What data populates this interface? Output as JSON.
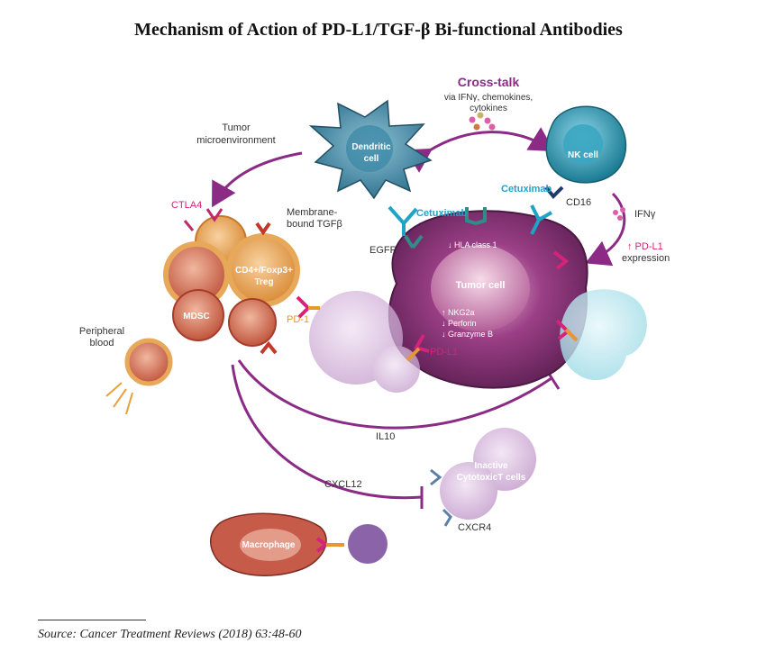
{
  "title": "Mechanism of Action of PD-L1/TGF-β Bi-functional Antibodies",
  "labels": {
    "cross_talk": "Cross-talk",
    "cross_talk_sub1": "via IFNγ, chemokines,",
    "cross_talk_sub2": "cytokines",
    "tumor_microenv_1": "Tumor",
    "tumor_microenv_2": "microenvironment",
    "dendritic_1": "Dendritic",
    "dendritic_2": "cell",
    "nk_cell": "NK cell",
    "ctla4": "CTLA4",
    "membrane_tgf_1": "Membrane-",
    "membrane_tgf_2": "bound TGFβ",
    "cetuximab_left": "Cetuximab",
    "cetuximab_right": "Cetuximab",
    "cd16": "CD16",
    "ifng": "IFNγ",
    "pdl1_expr_1": "↑ PD-L1",
    "pdl1_expr_2": "expression",
    "egfr": "EGFR",
    "hla": "↓ HLA class 1",
    "treg_1": "CD4+/Foxp3+",
    "treg_2": "Treg",
    "mdsc": "MDSC",
    "pd1": "PD-1",
    "tumor_cell": "Tumor cell",
    "nkg2a": "↑ NKG2a",
    "perforin": "↓ Perforin",
    "granzyme": "↓ Granzyme B",
    "pdl1": "PD-L1",
    "peripheral_1": "Peripheral",
    "peripheral_2": "blood",
    "il10": "IL10",
    "inactive_1": "Inactive",
    "inactive_2": "CytotoxicT cells",
    "cxcl12": "CXCL12",
    "cxcr4": "CXCR4",
    "macrophage": "Macrophage"
  },
  "source": "Source: Cancer Treatment Reviews (2018) 63:48-60",
  "colors": {
    "arrow": "#8b2b86",
    "tumor": "#7a2b6b",
    "dendritic": "#2b6f8c",
    "nk": "#1f7e93",
    "treg": "#e09a4d",
    "mdsc": "#b84a3a",
    "cetuximab": "#1fa3c7",
    "pd1": "#d4237a"
  }
}
